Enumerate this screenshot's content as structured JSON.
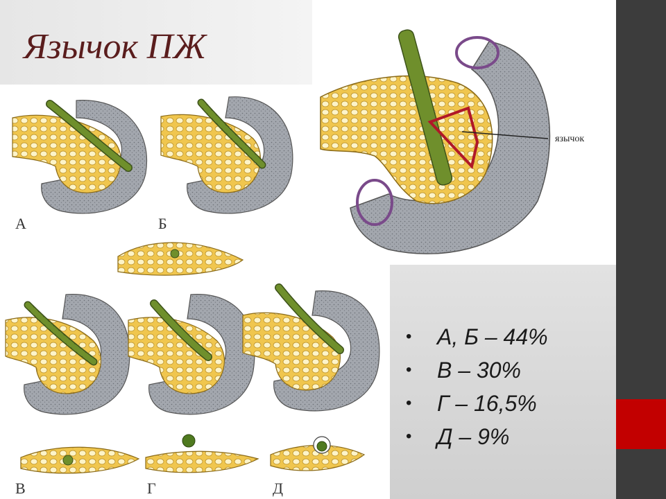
{
  "slide": {
    "title": "Язычок ПЖ",
    "stats": [
      {
        "text": "А, Б – 44%",
        "value_percent": 44
      },
      {
        "text": "В – 30%",
        "value_percent": 30
      },
      {
        "text": "Г – 16,5%",
        "value_percent": 16.5
      },
      {
        "text": "Д – 9%",
        "value_percent": 9
      }
    ],
    "bullet_glyph": "•"
  },
  "figure": {
    "label_a": "А",
    "label_b": "Б",
    "label_v": "В",
    "label_g": "Г",
    "label_d": "Д",
    "callout_label": "язычок"
  },
  "colors": {
    "title": "#5a1d1d",
    "pancreas_fill": "#f0c64e",
    "pancreas_lobule": "#fdf4c8",
    "duodenum_fill": "#9a9ea6",
    "vessel_fill": "#6f8f2c",
    "vein_ring": "#7a4a8a",
    "tongue_outline": "#b01828",
    "accent_red": "#c20000",
    "side_bar": "#3c3c3c"
  }
}
